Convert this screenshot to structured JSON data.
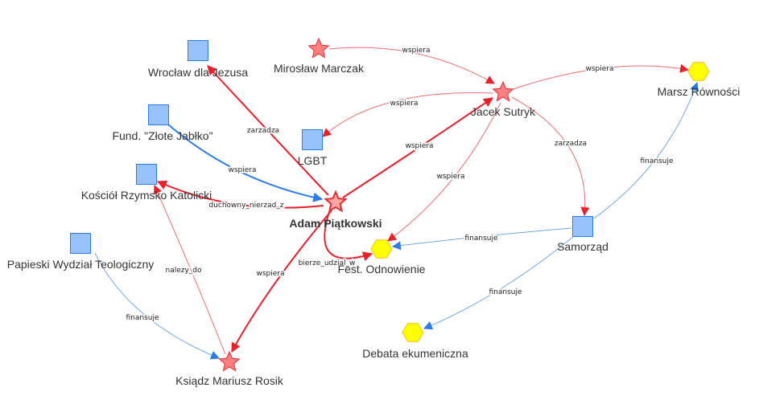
{
  "colors": {
    "person_fill": "#fb7e81",
    "person_stroke": "#e42c2f",
    "focus_fill": "#f9a7a9",
    "org_fill": "#97c2fc",
    "org_stroke": "#2b7ce9",
    "event_fill": "#ffff00",
    "event_stroke": "#f0c020",
    "edge_red": "#e8202a",
    "edge_red_light": "#f06d71",
    "edge_blue": "#2b7ce9",
    "edge_blue_light": "#6fa8e8"
  },
  "nodes": [
    {
      "id": "wroclaw",
      "label": "Wrocław dla Jezusa",
      "type": "organization"
    },
    {
      "id": "marczak",
      "label": "Mirosław Marczak",
      "type": "person"
    },
    {
      "id": "zlote",
      "label": "Fund. \"Złote Jabłko\"",
      "type": "organization"
    },
    {
      "id": "lgbt",
      "label": "LGBT",
      "type": "organization"
    },
    {
      "id": "sutryk",
      "label": "Jacek Sutryk",
      "type": "person"
    },
    {
      "id": "marsz",
      "label": "Marsz Równości",
      "type": "event"
    },
    {
      "id": "kosciol",
      "label": "Kościół Rzymsko Katolicki",
      "type": "organization"
    },
    {
      "id": "piatkowski",
      "label": "Adam Piątkowski",
      "type": "person",
      "focus": true
    },
    {
      "id": "papieski",
      "label": "Papieski Wydział Teologiczny",
      "type": "organization"
    },
    {
      "id": "festiwal",
      "label": "Fest. Odnowienie",
      "type": "event"
    },
    {
      "id": "samorzad",
      "label": "Samorząd",
      "type": "organization"
    },
    {
      "id": "debata",
      "label": "Debata ekumeniczna",
      "type": "event"
    },
    {
      "id": "rosik",
      "label": "Ksiądz Mariusz Rosik",
      "type": "person"
    }
  ],
  "edges": [
    {
      "from": "piatkowski",
      "to": "wroclaw",
      "label": "zarzadza",
      "style": "strong-red"
    },
    {
      "from": "zlote",
      "to": "piatkowski",
      "label": "wspiera",
      "style": "strong-blue"
    },
    {
      "from": "piatkowski",
      "to": "kosciol",
      "label": "duchowny_nierzad_z",
      "style": "strong-red"
    },
    {
      "from": "piatkowski",
      "to": "sutryk",
      "label": "wspiera",
      "style": "strong-red"
    },
    {
      "from": "piatkowski",
      "to": "rosik",
      "label": "wspiera",
      "style": "strong-red"
    },
    {
      "from": "piatkowski",
      "to": "festiwal",
      "label": "bierze_udzial_w",
      "style": "strong-red"
    },
    {
      "from": "marczak",
      "to": "sutryk",
      "label": "wspiera",
      "style": "light-red"
    },
    {
      "from": "sutryk",
      "to": "lgbt",
      "label": "wspiera",
      "style": "light-red"
    },
    {
      "from": "sutryk",
      "to": "marsz",
      "label": "wspiera",
      "style": "light-red"
    },
    {
      "from": "sutryk",
      "to": "samorzad",
      "label": "zarzadza",
      "style": "light-red"
    },
    {
      "from": "sutryk",
      "to": "festiwal",
      "label": "wspiera",
      "style": "light-red"
    },
    {
      "from": "samorzad",
      "to": "marsz",
      "label": "finansuje",
      "style": "light-blue"
    },
    {
      "from": "samorzad",
      "to": "festiwal",
      "label": "finansuje",
      "style": "light-blue"
    },
    {
      "from": "samorzad",
      "to": "debata",
      "label": "finansuje",
      "style": "light-blue"
    },
    {
      "from": "papieski",
      "to": "rosik",
      "label": "finansuje",
      "style": "light-blue"
    },
    {
      "from": "rosik",
      "to": "kosciol",
      "label": "nalezy_do",
      "style": "light-red"
    }
  ]
}
